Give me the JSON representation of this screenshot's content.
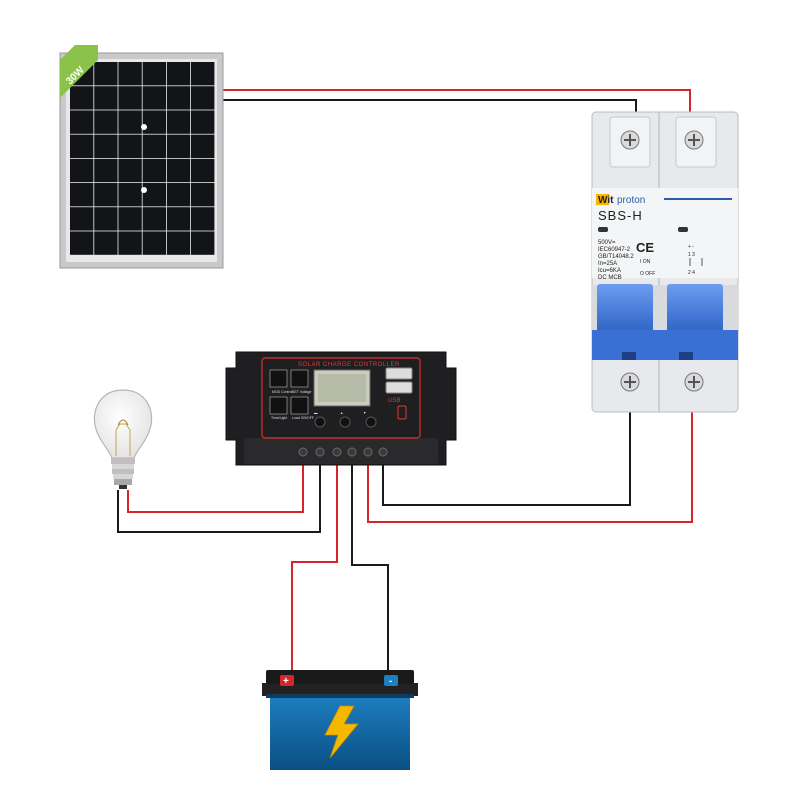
{
  "panel": {
    "badge": "30W"
  },
  "breaker": {
    "brand_part1": "Wit",
    "brand_part2": "proton",
    "model": "SBS-H",
    "specs": [
      "500V=",
      "IEC60947-2",
      "GB/T14048.2",
      "In=25A",
      "Icu=6KA",
      "DC MCB"
    ],
    "cert": "CE",
    "switch_on": "I ON",
    "switch_off": "O OFF",
    "pole_marks_top": "+  -",
    "pole_marks_mid": "1  3",
    "pole_marks_bot": "2  4"
  },
  "controller": {
    "title": "SOLAR CHARGE CONTROLLER",
    "btn_mode": "MOD Control",
    "btn_set": "SET Voltage",
    "btn_time": "Time/Light",
    "btn_lock": "Load ON/OFF",
    "usb": "USB"
  },
  "battery": {
    "plus": "+",
    "minus": "-"
  },
  "colors": {
    "wire_red": "#d7262b",
    "wire_black": "#1a1a1a",
    "breaker_blue": "#3f7de0",
    "battery_blue": "#0f6aa8",
    "bolt": "#f5b800"
  }
}
